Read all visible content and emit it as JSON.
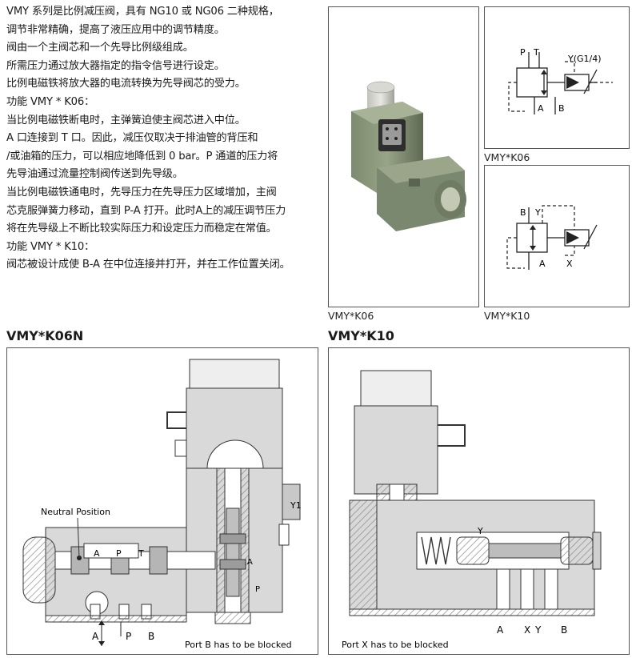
{
  "description": {
    "lines": [
      "VMY 系列是比例减压阀，具有 NG10 或 NG06 二种规格，",
      "调节非常精确，提高了液压应用中的调节精度。",
      "阀由一个主阀芯和一个先导比例级组成。",
      "所需压力通过放大器指定的指令信号进行设定。",
      "比例电磁铁将放大器的电流转换为先导阀芯的受力。",
      "功能 VMY * K06：",
      "当比例电磁铁断电时，主弹簧迫使主阀芯进入中位。",
      "A 口连接到 T 口。因此，减压仅取决于排油管的背压和",
      "/或油箱的压力，可以相应地降低到 0 bar。P 通道的压力将",
      "先导油通过流量控制阀传送到先导级。",
      "当比例电磁铁通电时，先导压力在先导压力区域增加，主阀",
      "芯克服弹簧力移动，直到 P-A 打开。此时A上的减压调节压力",
      "将在先导级上不断比较实际压力和设定压力而稳定在常值。",
      "功能 VMY * K10：",
      "阀芯被设计成使 B-A 在中位连接并打开，并在工作位置关闭。"
    ]
  },
  "photo": {
    "caption": "VMY*K06"
  },
  "symbol_k06": {
    "caption": "VMY*K06",
    "label_p": "P",
    "label_t": "T",
    "label_y": "Y(G1/4)",
    "label_a": "A",
    "label_b": "B"
  },
  "symbol_k10": {
    "caption": "VMY*K10",
    "label_b": "B",
    "label_y": "Y",
    "label_a": "A",
    "label_x": "X"
  },
  "section_k06n": {
    "title": "VMY*K06N",
    "neutral_label": "Neutral Position",
    "port_a": "A",
    "port_p": "P",
    "port_t": "T",
    "port_b": "B",
    "port_y1": "Y1",
    "port_p_inner": "P",
    "port_a_inner": "A",
    "note": "Port B has to be blocked"
  },
  "section_k10": {
    "title": "VMY*K10",
    "port_a": "A",
    "port_x": "X",
    "port_y": "Y",
    "port_b": "B",
    "port_y_inner": "Y",
    "note": "Port X has to be blocked"
  },
  "colors": {
    "body_gray": "#d9d9d9",
    "hatch_gray": "#a8a8a8",
    "border": "#555555"
  }
}
